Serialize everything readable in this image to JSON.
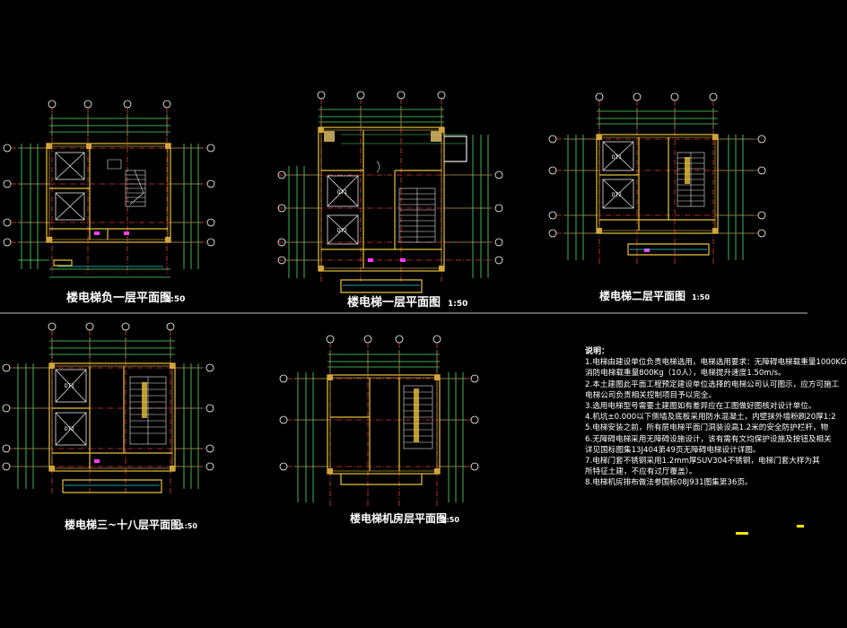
{
  "drawing": {
    "colors": {
      "background": "#000000",
      "wall": "#e8c23a",
      "wall_fill": "#e0b040",
      "dim": "#4ee06a",
      "axis": "#e23b3b",
      "shaft": "#e6e6e6",
      "stair": "#e6e6e6",
      "text": "#ffffff",
      "accent_magenta": "#ff3cff",
      "accent_cyan": "#2ad0e0"
    },
    "plans": [
      {
        "id": "b1",
        "title": "楼电梯负一层平面图",
        "scale": "1:50",
        "grid_top": [
          "⑦",
          "⑧",
          "⑨",
          "⑩"
        ],
        "grid_side": [
          "Ⓜ",
          "Ⓛ",
          "Ⓚ",
          "Ⓙ",
          "Ⓗ"
        ],
        "lifts": []
      },
      {
        "id": "f1",
        "title": "楼电梯一层平面图",
        "scale": "1:50",
        "grid_top": [
          "⑦",
          "⑧",
          "⑨",
          "⑩"
        ],
        "grid_side": [
          "Ⓜ",
          "Ⓛ",
          "Ⓚ",
          "Ⓙ",
          "Ⓗ"
        ],
        "lifts": [
          "DT1",
          "DT2"
        ]
      },
      {
        "id": "f2",
        "title": "楼电梯二层平面图",
        "scale": "1:50",
        "grid_top": [
          "⑦",
          "⑧",
          "⑨",
          "⑩"
        ],
        "grid_side": [
          "Ⓜ",
          "Ⓛ",
          "Ⓚ",
          "Ⓙ",
          "Ⓗ"
        ],
        "lifts": [
          "DT1",
          "DT2"
        ]
      },
      {
        "id": "f3",
        "title": "楼电梯三~十八层平面图",
        "scale": "1:50",
        "grid_top": [
          "⑦",
          "⑧",
          "⑨",
          "⑩"
        ],
        "grid_side": [
          "Ⓜ",
          "Ⓛ",
          "Ⓚ",
          "Ⓙ",
          "Ⓗ"
        ],
        "lifts": [
          "DT1",
          "DT2"
        ]
      },
      {
        "id": "mr",
        "title": "楼电梯机房层平面图",
        "scale": "1:50",
        "grid_top": [
          "⑦",
          "⑧",
          "⑨",
          "⑩"
        ],
        "grid_side": [
          "Ⓜ",
          "Ⓛ",
          "Ⓚ",
          "Ⓙ"
        ],
        "lifts": []
      }
    ]
  },
  "notes": {
    "heading": "说明：",
    "items": [
      "1.电梯由建设单位负责电梯选用，电梯选用要求：无障碍电梯载重量1000KG",
      "   消防电梯载重量800Kg（10人），电梯提升速度1.50m/s。",
      "2.本土建图此平面工程预定建设单位选择的电梯公司认可图示，应方可施工",
      "   电梯公司负责相关控制项目予以完全。",
      "3.选用电梯型号需要土建图如有差异应在工图做好图核对设计单位。",
      "4.机坑±0.000以下侧墙及底板采用防水混凝土，内壁抹外墙粉刷20厚1:2",
      "5.电梯安装之前，所有层电梯平面门洞装设高1.2米的安全防护栏杆，物",
      "6.无障碍电梯采用无障碍设施设计，该有需有文均保护设施及按钮及相关",
      "   详见国标图集13J404第49页无障碍电梯设计详图。",
      "7.电梯门套不锈钢采用1.2mm厚SUV304不锈钢，电梯门套大样为其",
      "   所特征土建，不应有过厅覆盖）。",
      "8.电梯机房排布做法参国标08J931图集第36页。"
    ]
  }
}
